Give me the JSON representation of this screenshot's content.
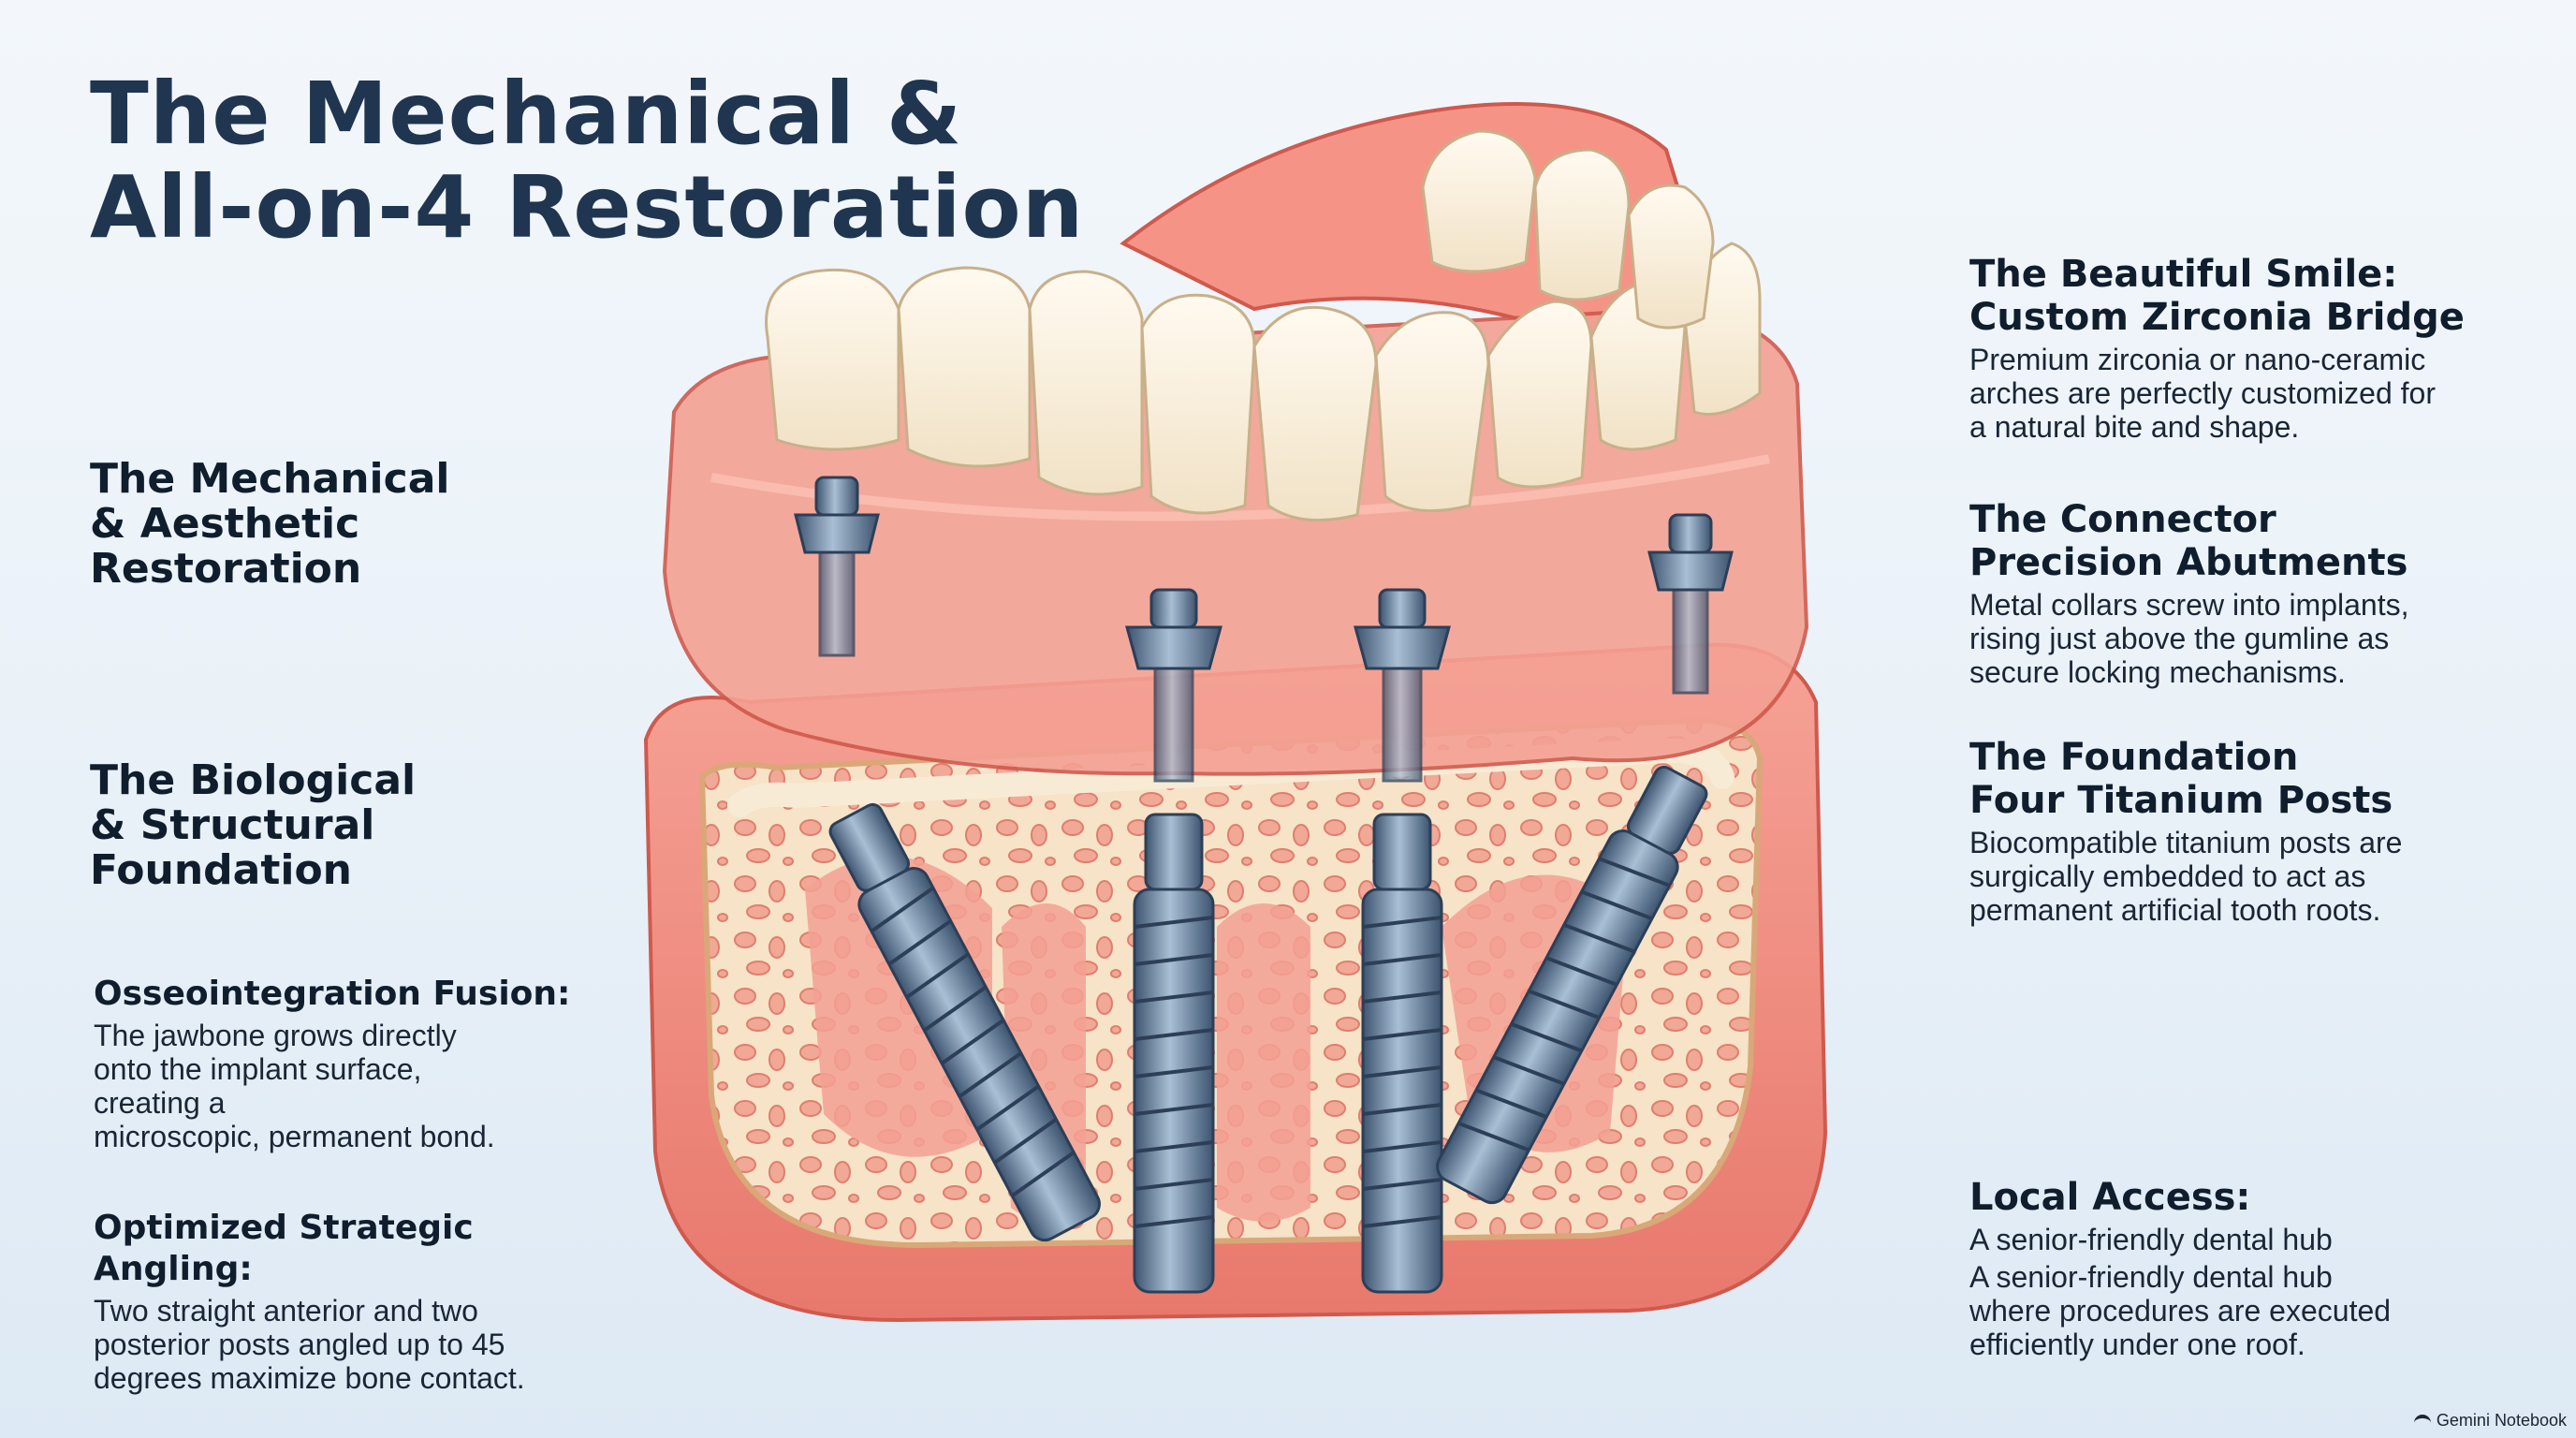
{
  "title": {
    "line1": "The Mechanical &",
    "line2": "All-on-4 Restoration"
  },
  "left": {
    "mechanical_heading": [
      "The Mechanical",
      "& Aesthetic",
      "Restoration"
    ],
    "biological_heading": [
      "The Biological",
      "& Structural",
      "Foundation"
    ],
    "osseointegration": {
      "title": "Osseointegration Fusion:",
      "body": [
        "The jawbone grows directly",
        "onto the implant surface,",
        "creating a",
        "microscopic, permanent bond."
      ]
    },
    "angling": {
      "title": "Optimized Strategic Angling:",
      "body": [
        "Two straight anterior and two",
        "posterior posts angled up to 45",
        "degrees maximize bone contact."
      ]
    }
  },
  "right": {
    "smile": {
      "title": "The Beautiful Smile:",
      "subtitle": "Custom Zirconia Bridge",
      "body": [
        "Premium zirconia or nano-ceramic",
        "arches are perfectly customized for",
        "a natural bite and shape."
      ]
    },
    "connector": {
      "title": "The Connector",
      "subtitle": "Precision Abutments",
      "body": [
        "Metal collars screw into implants,",
        "rising just above the gumline as",
        "secure locking mechanisms."
      ]
    },
    "foundation": {
      "title": "The Foundation",
      "subtitle": "Four Titanium Posts",
      "body": [
        "Biocompatible titanium posts are",
        "surgically embedded to act as",
        "permanent artificial tooth roots."
      ]
    },
    "local": {
      "title": "Local Access:",
      "subtitle": "A senior-friendly dental hub",
      "body": [
        "A senior-friendly dental hub",
        "where procedures are executed",
        "efficiently under one roof."
      ]
    }
  },
  "watermark": "Gemini Notebook",
  "colors": {
    "gum": "#f08a7e",
    "gum_dark": "#e06a5e",
    "tooth": "#fbf3e4",
    "bone": "#f6e3c8",
    "bone_pore": "#f1a896",
    "titanium": "#5f7a96",
    "titanium_dark": "#3d5470"
  }
}
